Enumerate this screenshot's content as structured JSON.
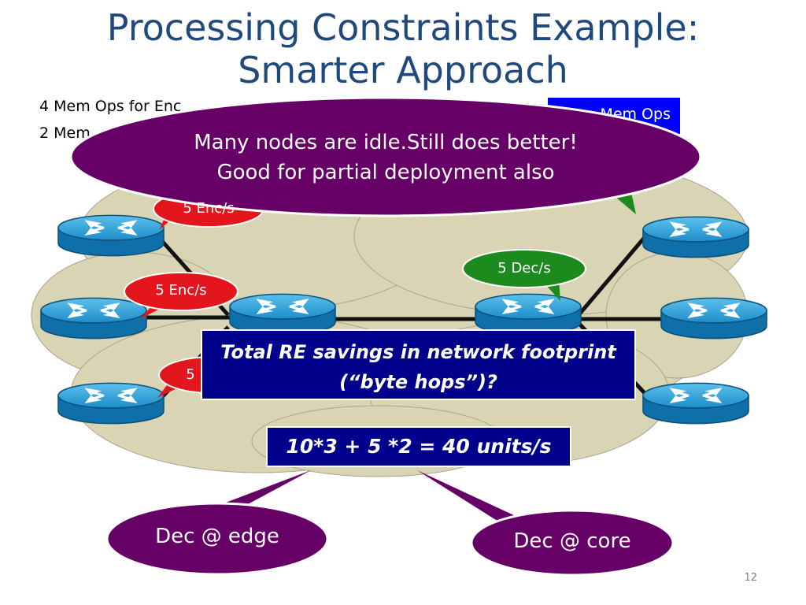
{
  "slide": {
    "title_line1": "Processing Constraints Example:",
    "title_line2": "Smarter Approach",
    "note_line1": "4 Mem Ops for Enc",
    "note_line2": "2 Mem",
    "mem_ops_box": "Mem Ops",
    "page_number": "12"
  },
  "callouts": {
    "main_line1": "Many nodes are idle.Still does better!",
    "main_line2": "Good for partial deployment also",
    "enc_top": "5 Enc/s",
    "enc_mid": "5 Enc/s",
    "enc_bot": "5",
    "dec_core_rate": "5 Dec/s",
    "dec_edge": "Dec @ edge",
    "dec_core": "Dec @ core"
  },
  "boxes": {
    "savings_line1": "Total RE savings in network footprint",
    "savings_line2": "(“byte hops”)?",
    "equation": "10*3 + 5 *2 = 40 units/s"
  },
  "colors": {
    "title": "#1f497d",
    "cloud": "#d9d5b4",
    "router": "#1b8fcf",
    "purple": "#660066",
    "red": "#e2161c",
    "green": "#1d8a1d",
    "navy": "#00008b",
    "blue": "#0000ff"
  }
}
